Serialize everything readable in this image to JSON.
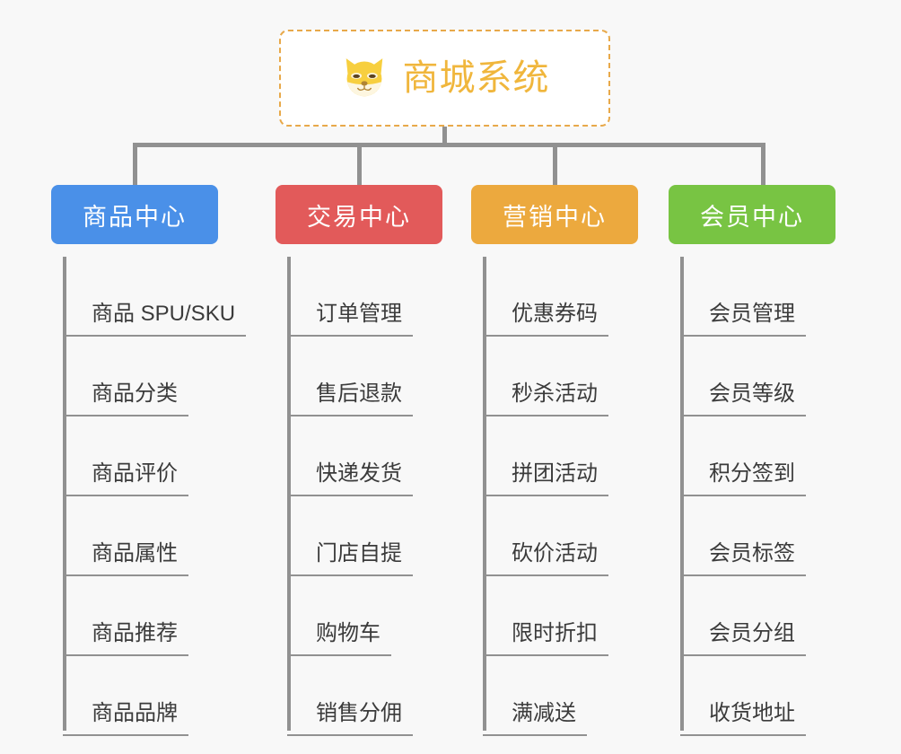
{
  "diagram": {
    "type": "org-chart",
    "background_color": "#f8f8f8",
    "connector_color": "#919191",
    "root": {
      "title": "商城系统",
      "icon": "shiba-dog-face-icon",
      "text_color": "#f0b63c",
      "border_color": "#e8a94a",
      "fill_color": "#ffffff"
    },
    "columns": [
      {
        "header": "商品中心",
        "color": "#4a90e8",
        "items": [
          "商品 SPU/SKU",
          "商品分类",
          "商品评价",
          "商品属性",
          "商品推荐",
          "商品品牌"
        ]
      },
      {
        "header": "交易中心",
        "color": "#e25a5a",
        "items": [
          "订单管理",
          "售后退款",
          "快递发货",
          "门店自提",
          "购物车",
          "销售分佣"
        ]
      },
      {
        "header": "营销中心",
        "color": "#eca93e",
        "items": [
          "优惠券码",
          "秒杀活动",
          "拼团活动",
          "砍价活动",
          "限时折扣",
          "满减送"
        ]
      },
      {
        "header": "会员中心",
        "color": "#78c443",
        "items": [
          "会员管理",
          "会员等级",
          "积分签到",
          "会员标签",
          "会员分组",
          "收货地址"
        ]
      }
    ]
  }
}
